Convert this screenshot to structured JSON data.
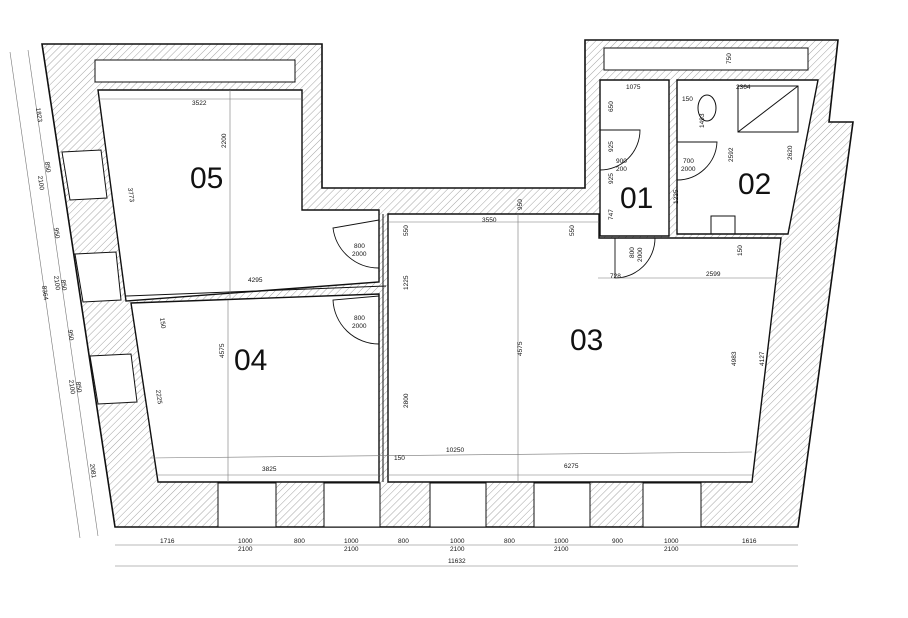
{
  "rooms": [
    {
      "label": "05"
    },
    {
      "label": "04"
    },
    {
      "label": "03"
    },
    {
      "label": "01"
    },
    {
      "label": "02"
    }
  ],
  "dims": {
    "bottom": [
      "1716",
      "1000",
      "2100",
      "800",
      "1000",
      "2100",
      "800",
      "1000",
      "2100",
      "800",
      "1000",
      "2100",
      "900",
      "1000",
      "2100",
      "1616"
    ],
    "total_width": "11632",
    "left": [
      "1823",
      "850",
      "2100",
      "950",
      "850",
      "2100",
      "950",
      "850",
      "2100",
      "2081",
      "8364"
    ],
    "room05": [
      "3522",
      "2200",
      "3773",
      "4295"
    ],
    "room04": [
      "150",
      "4575",
      "2225",
      "3825"
    ],
    "room03": [
      "3550",
      "950",
      "550",
      "1225",
      "2800",
      "4575",
      "10250",
      "150",
      "6275",
      "4983",
      "4127",
      "728",
      "2599",
      "550"
    ],
    "room01": [
      "650",
      "925",
      "925",
      "747",
      "1075"
    ],
    "room02": [
      "750",
      "2364",
      "150",
      "1493",
      "2592",
      "2620",
      "1225",
      "150"
    ],
    "doors": [
      {
        "w": "800",
        "h": "2000"
      },
      {
        "w": "800",
        "h": "2000"
      },
      {
        "w": "900",
        "h": "200"
      },
      {
        "w": "700",
        "h": "2000"
      },
      {
        "w": "800",
        "h": "2000"
      }
    ]
  }
}
